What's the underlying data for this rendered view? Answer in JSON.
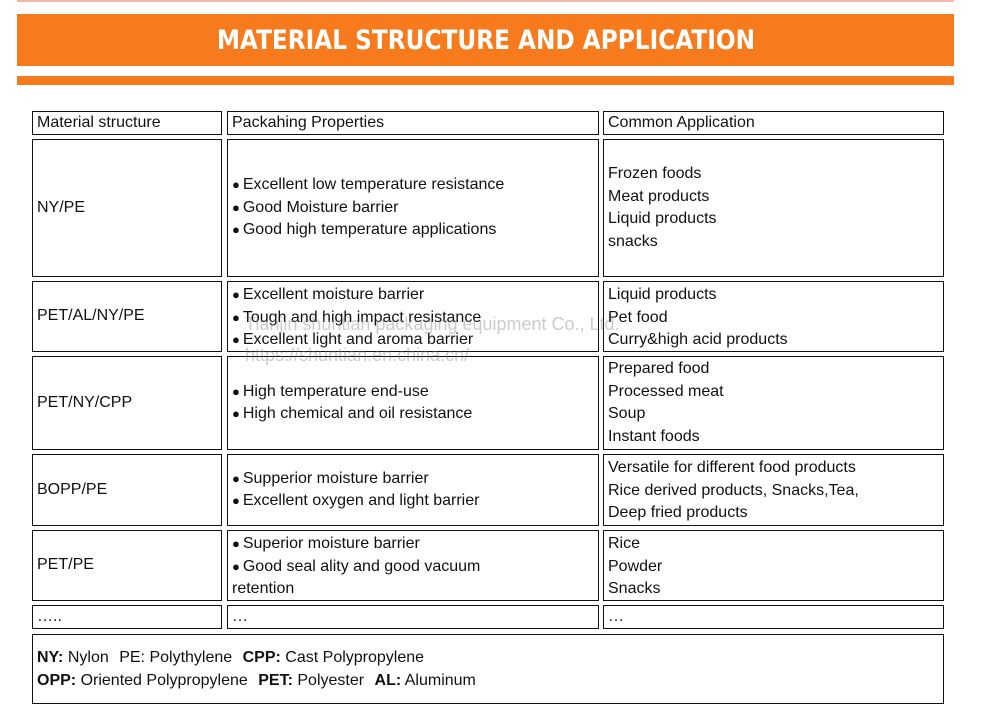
{
  "banner": {
    "title": "MATERIAL STRUCTURE AND APPLICATION"
  },
  "table": {
    "headers": [
      "Material structure",
      "Packahing Properties",
      "Common Application"
    ],
    "rows": [
      {
        "material": "NY/PE",
        "properties": [
          "Excellent low temperature resistance",
          "Good Moisture barrier",
          "Good high temperature applications"
        ],
        "applications": [
          "Frozen foods",
          "Meat products",
          "Liquid products",
          "snacks"
        ]
      },
      {
        "material": "PET/AL/NY/PE",
        "properties": [
          "Excellent moisture barrier",
          "Tough and high impact resistance",
          "Excellent light and aroma barrier"
        ],
        "applications": [
          "Liquid products",
          "Pet food",
          "Curry&high acid products"
        ]
      },
      {
        "material": "PET/NY/CPP",
        "properties": [
          "High temperature end-use",
          "High chemical and oil resistance"
        ],
        "applications": [
          "Prepared food",
          "Processed meat",
          "Soup",
          "Instant foods"
        ]
      },
      {
        "material": "BOPP/PE",
        "properties": [
          "Supperior moisture barrier",
          "Excellent oxygen and light barrier"
        ],
        "applications": [
          "Versatile for different food products",
          "Rice derived products, Snacks,Tea,",
          "Deep fried products"
        ]
      },
      {
        "material": "PET/PE",
        "properties": [
          "Superior moisture barrier",
          "Good seal ality and good vacuum"
        ],
        "properties_tail": "retention",
        "applications": [
          "Rice",
          "Powder",
          "Snacks"
        ]
      }
    ],
    "ellipsis_row": [
      "…..",
      "…",
      "…"
    ]
  },
  "legend": {
    "line1": [
      {
        "abbr": "NY:",
        "full": "Nylon",
        "abbr_bold": true
      },
      {
        "abbr": "PE:",
        "full": "Polythylene",
        "abbr_bold": false
      },
      {
        "abbr": "CPP:",
        "full": "Cast Polypropylene",
        "abbr_bold": true
      }
    ],
    "line2": [
      {
        "abbr": "OPP:",
        "full": "Oriented Polypropylene",
        "abbr_bold": true
      },
      {
        "abbr": "PET:",
        "full": "Polyester",
        "abbr_bold": true
      },
      {
        "abbr": "AL:",
        "full": "Aluminum",
        "abbr_bold": true
      }
    ]
  },
  "watermark": {
    "line1": "Tianjin shuntian packaging equipment Co., Ltd.",
    "line2": "https://shuntian.en.china.cn/"
  },
  "colors": {
    "accent": "#f77b1c",
    "text": "#111111",
    "border": "#111111"
  },
  "bullet_glyph": "●"
}
